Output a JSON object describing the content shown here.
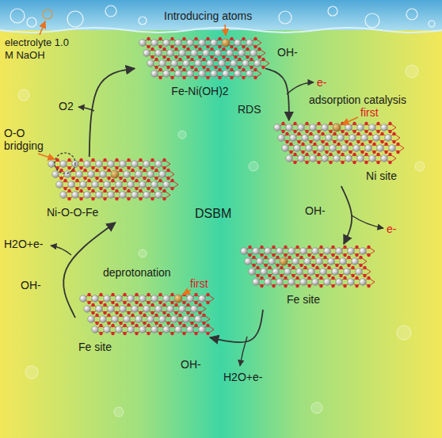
{
  "diagram": {
    "nodes": [
      {
        "text": [
          "Fe-Ni(OH)2"
        ]
      },
      {
        "text": [
          "Ni site"
        ]
      },
      {
        "text": [
          "Fe site"
        ]
      },
      {
        "text": [
          "Fe site"
        ]
      },
      {
        "text": [
          "Ni-O-O-Fe"
        ]
      }
    ],
    "edges": [
      {
        "from": 0,
        "to": 1,
        "arrow": "to"
      },
      {
        "from": 1,
        "to": 2,
        "arrow": "to"
      },
      {
        "from": 2,
        "to": 3,
        "arrow": "to"
      },
      {
        "from": 3,
        "to": 4,
        "arrow": "to"
      },
      {
        "from": 4,
        "to": 0,
        "arrow": "to"
      }
    ],
    "labels": [
      "electrolyte 1.0 M NaOH",
      "Introducing atoms",
      "OH-",
      "e-",
      "adsorption catalysis",
      "first",
      "RDS",
      "OH-",
      "e-",
      "OH-",
      "H2O+e-",
      "deprotonation",
      "first",
      "OH-",
      "H2O+e-",
      "O-O bridging",
      "O2",
      "DSBM"
    ]
  }
}
